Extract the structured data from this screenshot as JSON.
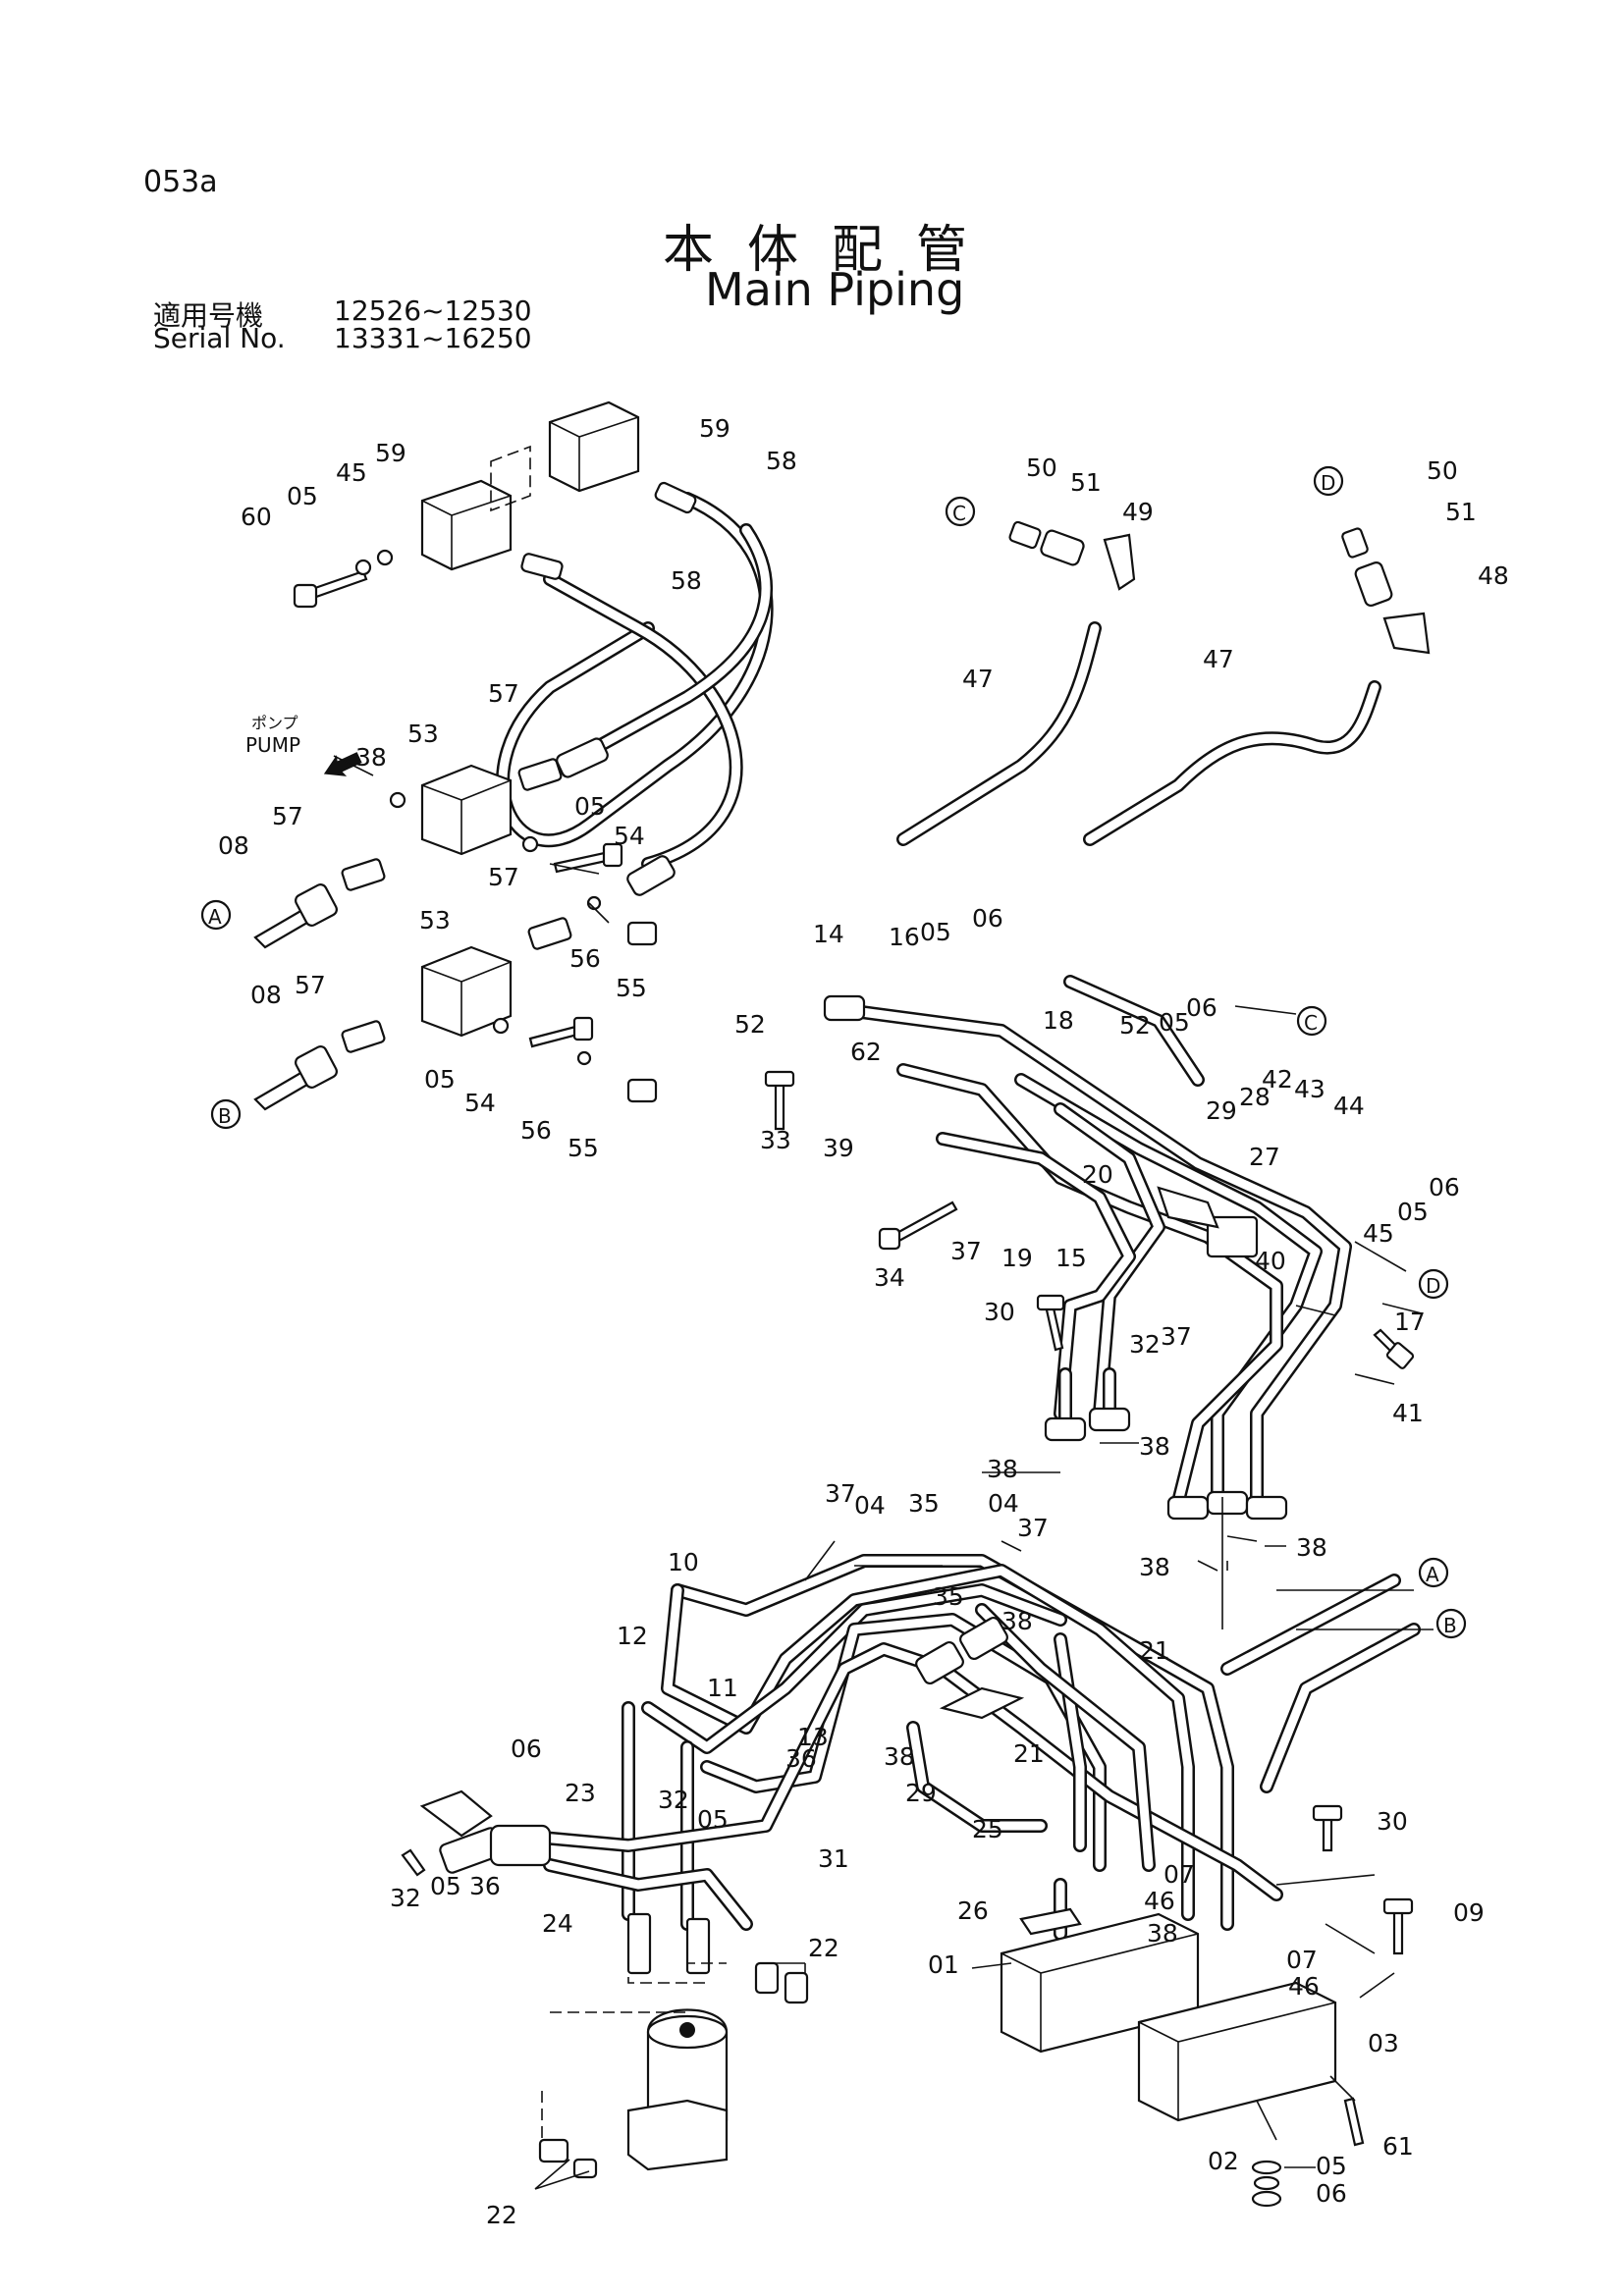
{
  "page_number": "053a",
  "title": {
    "japanese": "本体配管",
    "english": "Main Piping"
  },
  "serial": {
    "label_jp": "適用号機",
    "label_en": "Serial No.",
    "range_1": "12526~12530",
    "range_2": "13331~16250"
  },
  "pump_label": {
    "katakana": "ポンプ",
    "english": "PUMP"
  },
  "connection_markers": [
    "A",
    "B",
    "C",
    "D"
  ],
  "part_callouts": [
    "01",
    "02",
    "03",
    "04",
    "05",
    "06",
    "07",
    "08",
    "09",
    "10",
    "11",
    "12",
    "13",
    "14",
    "15",
    "16",
    "17",
    "18",
    "19",
    "20",
    "21",
    "22",
    "23",
    "24",
    "25",
    "26",
    "27",
    "28",
    "29",
    "30",
    "31",
    "32",
    "33",
    "34",
    "35",
    "36",
    "37",
    "38",
    "39",
    "40",
    "41",
    "42",
    "43",
    "44",
    "45",
    "46",
    "47",
    "48",
    "49",
    "50",
    "51",
    "52",
    "53",
    "54",
    "55",
    "56",
    "57",
    "58",
    "59",
    "60",
    "61",
    "62"
  ]
}
